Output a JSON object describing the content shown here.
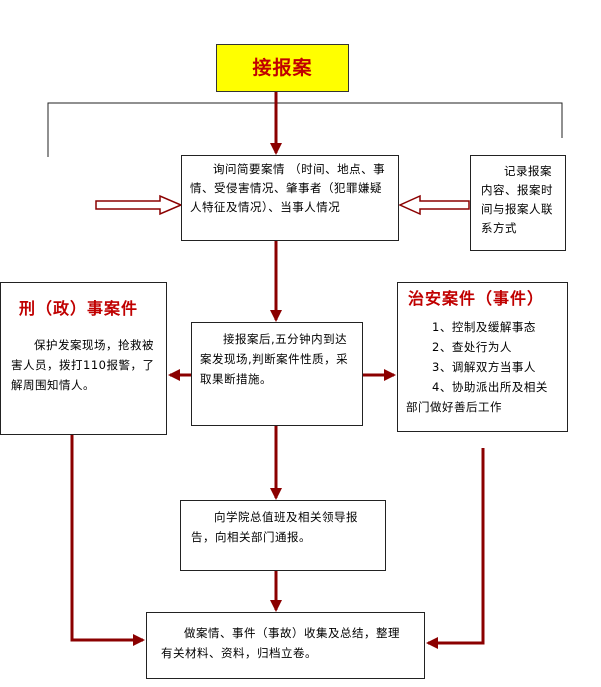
{
  "title": "接报案",
  "inquire": {
    "text": "询问简要案情 （时间、地点、事情、受侵害情况、肇事者（犯罪嫌疑人特征及情况）、当事人情况"
  },
  "record": {
    "text": "记录报案内容、报案时间与报案人联系方式"
  },
  "criminal": {
    "title": "刑（政）事案件",
    "text": "保护发案现场，抢救被害人员，拨打110报警，了解周围知情人。"
  },
  "center": {
    "text": "接报案后,五分钟内到达案发现场,判断案件性质，采取果断措施。"
  },
  "security": {
    "title": "治安案件（事件）",
    "items": [
      "1、控制及缓解事态",
      "2、查处行为人",
      "3、调解双方当事人",
      "4、协助派出所及相关部门做好善后工作"
    ]
  },
  "report": {
    "text": "向学院总值班及相关领导报告，向相关部门通报。"
  },
  "final": {
    "text": "做案情、事件（事故）收集及总结，整理有关材料、资料，归档立卷。"
  },
  "colors": {
    "title_background": "#ffff00",
    "title_text": "#c00000",
    "arrow": "#8b0000",
    "line": "#222222"
  }
}
